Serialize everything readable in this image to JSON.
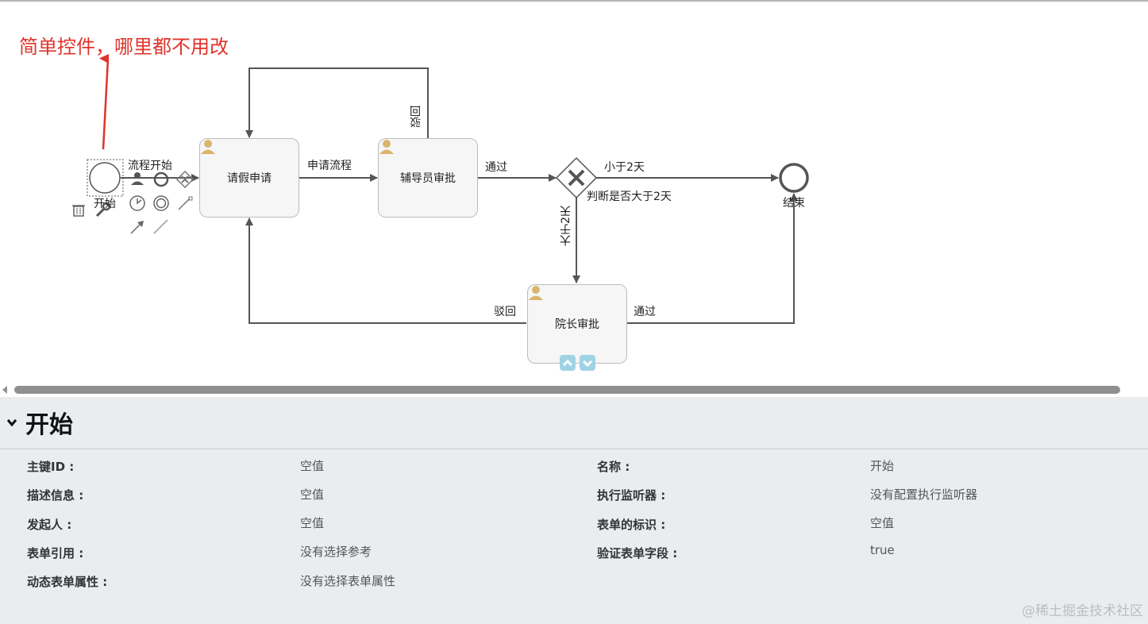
{
  "annotation": "简单控件，哪里都不用改",
  "diagram": {
    "start_label": "开始",
    "start_flow_label": "流程开始",
    "end_label": "结束",
    "tasks": {
      "apply": "请假申请",
      "counselor": "辅导员审批",
      "dean": "院长审批"
    },
    "gateway_label": "判断是否大于2天",
    "edges": {
      "apply_to_counselor": "申请流程",
      "counselor_reject": "驳回",
      "counselor_pass": "通过",
      "less_than_2": "小于2天",
      "more_than_2": "大于2天",
      "dean_reject": "驳回",
      "dean_pass": "通过"
    },
    "icons": [
      "user-task-icon",
      "end-event-icon",
      "exclusive-gateway-icon",
      "timer-event-icon",
      "intermediate-event-icon",
      "connector-icon",
      "arrow-icon",
      "line-icon",
      "delete-icon",
      "wrench-icon",
      "chevron-up-icon",
      "chevron-down-icon"
    ],
    "colors": {
      "flow": "#555555",
      "task_fill": "#f6f6f6",
      "user_icon": "#d9b56e",
      "annotation": "#e0332b"
    }
  },
  "properties": {
    "title": "开始",
    "left": [
      {
        "label": "主键ID :",
        "value": "空值"
      },
      {
        "label": "描述信息 :",
        "value": "空值"
      },
      {
        "label": "发起人 :",
        "value": "空值"
      },
      {
        "label": "表单引用 :",
        "value": "没有选择参考"
      },
      {
        "label": "动态表单属性 :",
        "value": "没有选择表单属性"
      }
    ],
    "right": [
      {
        "label": "名称 :",
        "value": "开始"
      },
      {
        "label": "执行监听器 :",
        "value": "没有配置执行监听器"
      },
      {
        "label": "表单的标识 :",
        "value": "空值"
      },
      {
        "label": "验证表单字段 :",
        "value": "true"
      }
    ]
  },
  "watermark": "@稀土掘金技术社区"
}
